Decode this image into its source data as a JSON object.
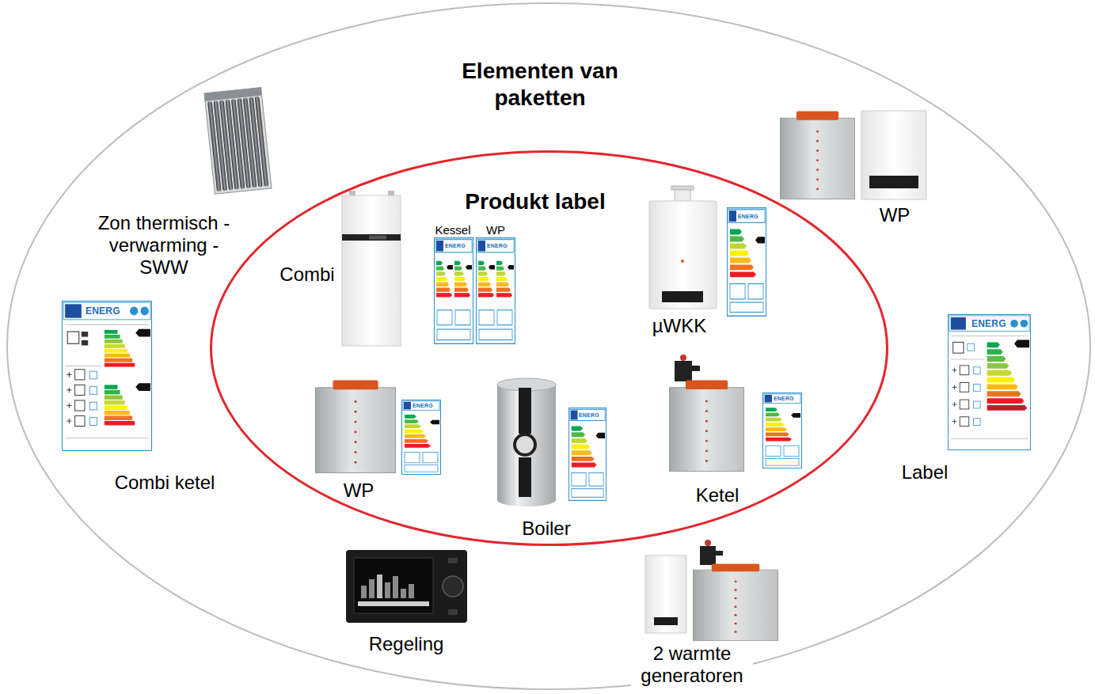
{
  "diagram": {
    "nodes": [
      {
        "text": [
          "Elementen van paketten"
        ]
      },
      {
        "text": [
          "Produkt label"
        ],
        "in": 0
      }
    ],
    "labels": [
      "Zon thermisch -verwarming -SWW",
      "Combi",
      "Kessel",
      "WP",
      "ENERG",
      "ENERG",
      "µWKK",
      "ENERG",
      "WP",
      "ENERG",
      "Combi ketel",
      "WP",
      "ENERG",
      "Boiler",
      "ENERG",
      "Ketel",
      "ENERG",
      "ENERG",
      "Label",
      "Regeling",
      "2 warmte generatoren"
    ]
  }
}
